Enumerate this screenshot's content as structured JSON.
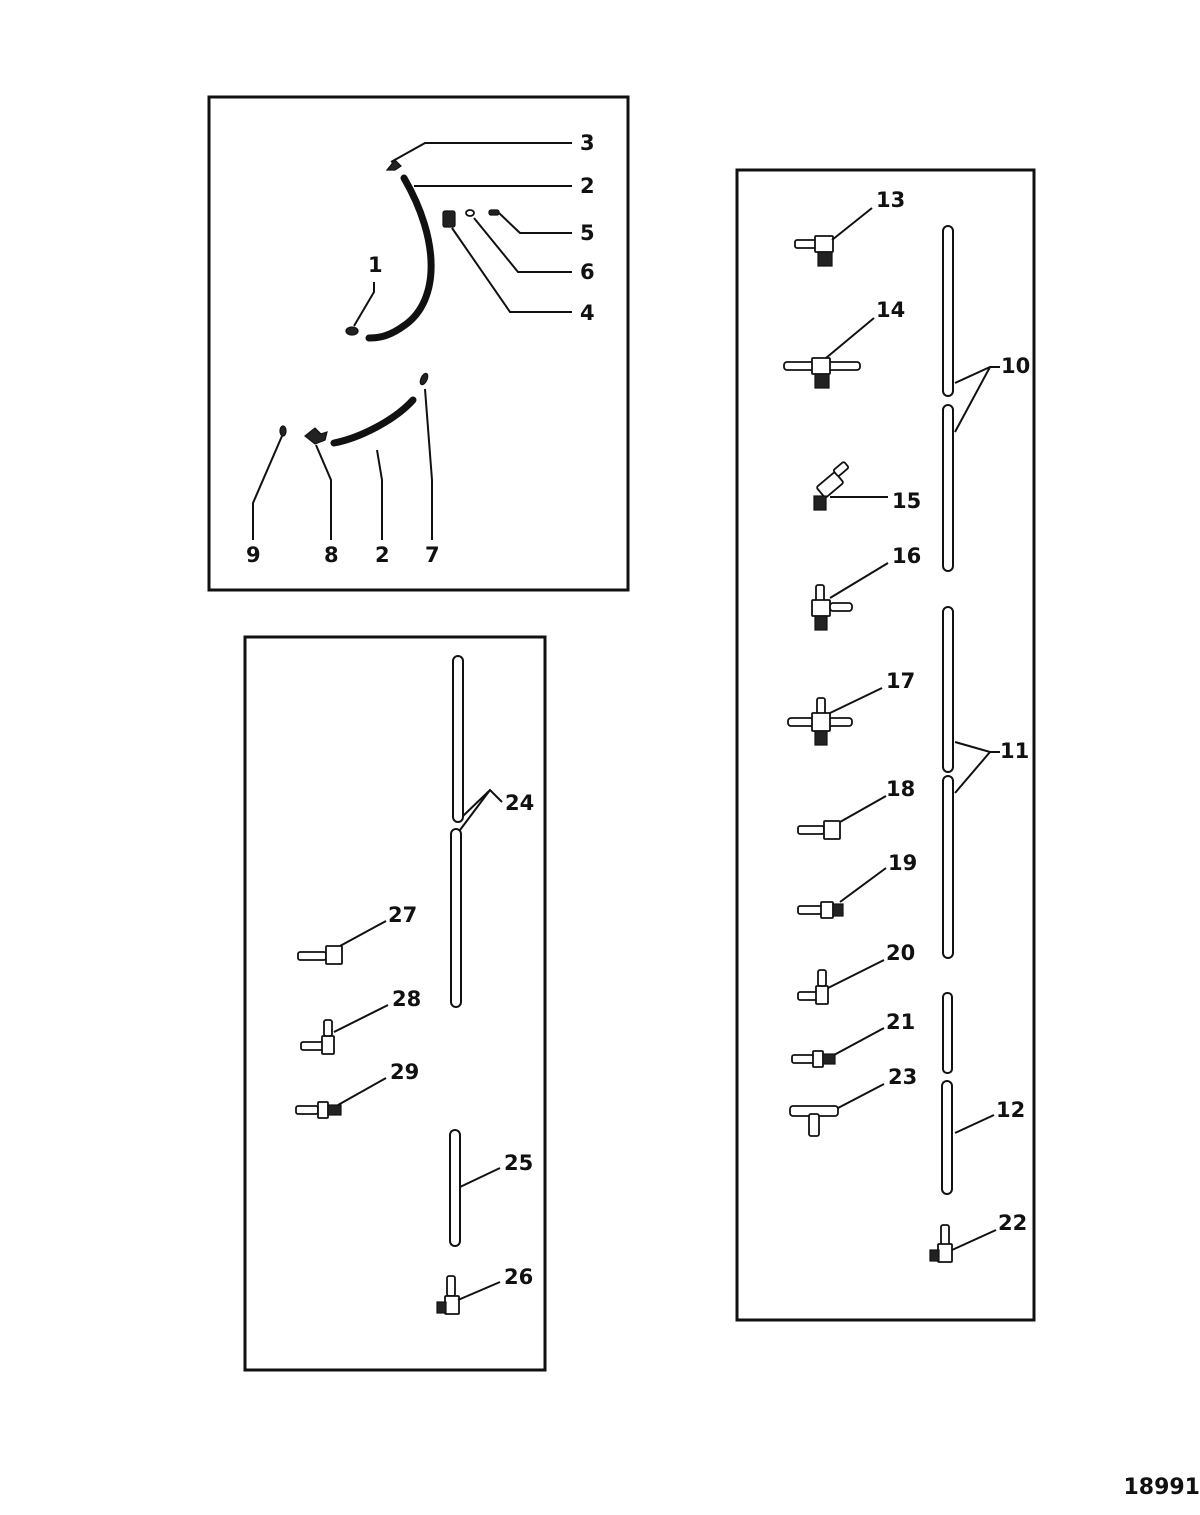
{
  "callouts": {
    "c1": "1",
    "c2a": "2",
    "c2b": "2",
    "c3": "3",
    "c4": "4",
    "c5": "5",
    "c6": "6",
    "c7": "7",
    "c8": "8",
    "c9": "9",
    "c10": "10",
    "c11": "11",
    "c12": "12",
    "c13": "13",
    "c14": "14",
    "c15": "15",
    "c16": "16",
    "c17": "17",
    "c18": "18",
    "c19": "19",
    "c20": "20",
    "c21": "21",
    "c22": "22",
    "c23": "23",
    "c24": "24",
    "c25": "25",
    "c26": "26",
    "c27": "27",
    "c28": "28",
    "c29": "29"
  },
  "figure_number": "18991"
}
